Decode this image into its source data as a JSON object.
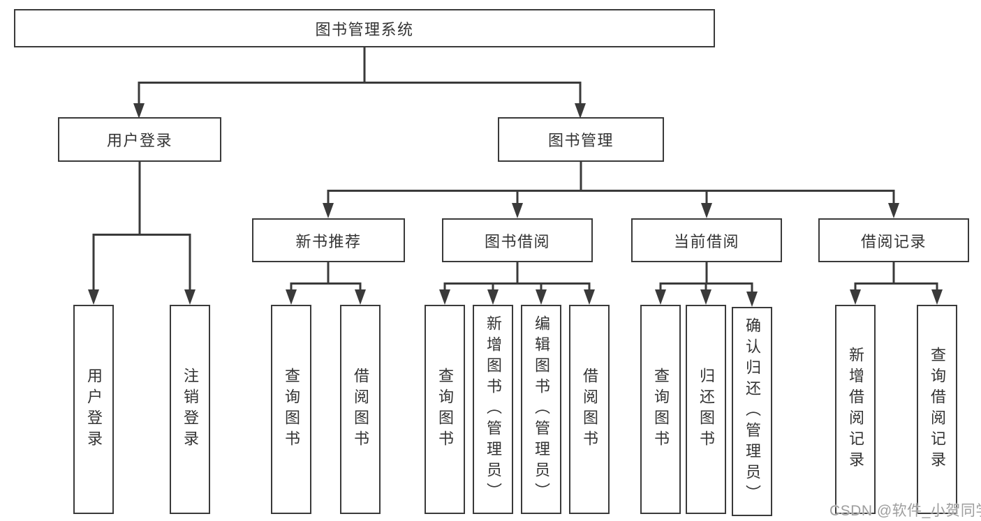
{
  "tree": {
    "root": "图书管理系统",
    "branches": [
      {
        "label": "用户登录",
        "children": [
          "用户登录",
          "注销登录"
        ]
      },
      {
        "label": "图书管理",
        "groups": [
          {
            "label": "新书推荐",
            "children": [
              "查询图书",
              "借阅图书"
            ]
          },
          {
            "label": "图书借阅",
            "children": [
              "查询图书",
              "新增图书（管理员）",
              "编辑图书（管理员）",
              "借阅图书"
            ]
          },
          {
            "label": "当前借阅",
            "children": [
              "查询图书",
              "归还图书",
              "确认归还（管理员）"
            ]
          },
          {
            "label": "借阅记录",
            "children": [
              "新增借阅记录",
              "查询借阅记录"
            ]
          }
        ]
      }
    ]
  },
  "watermark": "CSDN @软件_小贺同学",
  "colors": {
    "line": "#3a3a3a",
    "text": "#333333",
    "watermark": "#9e9e9e",
    "background": "#ffffff"
  }
}
